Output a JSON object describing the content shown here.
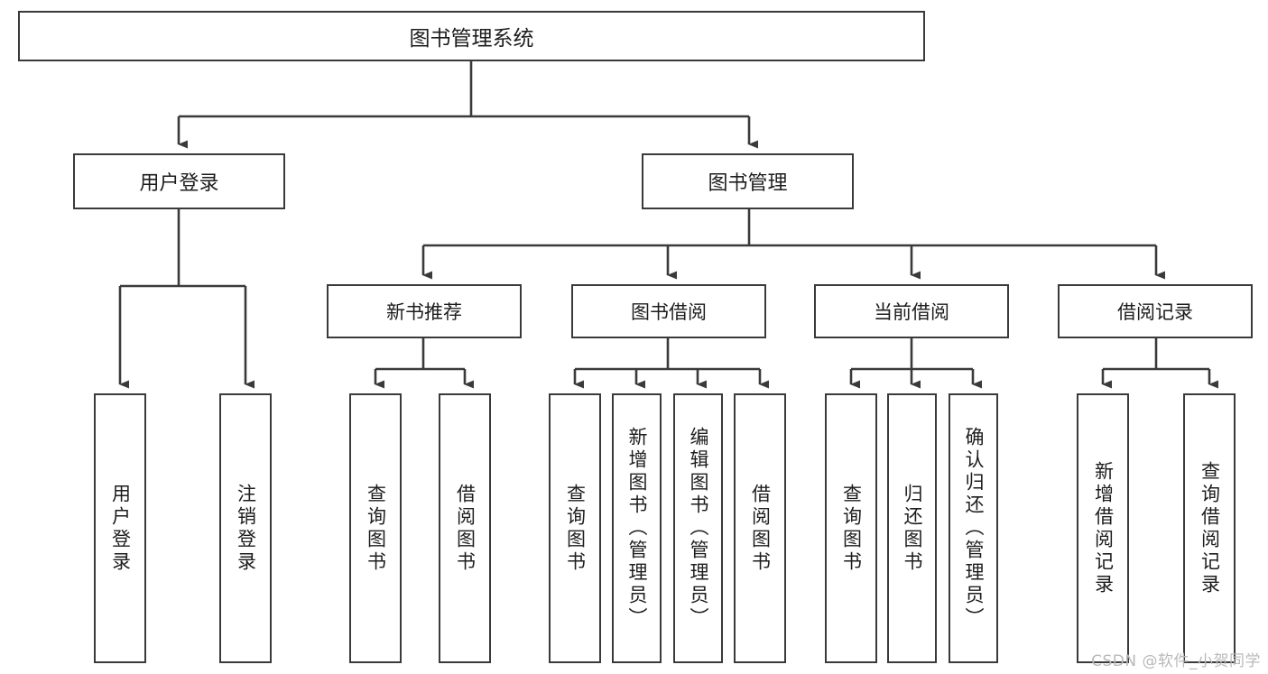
{
  "diagram": {
    "type": "tree",
    "title": "图书管理系统",
    "root": {
      "label": "图书管理系统"
    },
    "level2": [
      {
        "label": "用户登录"
      },
      {
        "label": "图书管理"
      }
    ],
    "level3": [
      {
        "label": "新书推荐"
      },
      {
        "label": "图书借阅"
      },
      {
        "label": "当前借阅"
      },
      {
        "label": "借阅记录"
      }
    ],
    "leaves": {
      "user_login": [
        {
          "label": "用户登录"
        },
        {
          "label": "注销登录"
        }
      ],
      "new_book_recommend": [
        {
          "label": "查询图书"
        },
        {
          "label": "借阅图书"
        }
      ],
      "book_borrow": [
        {
          "label": "查询图书"
        },
        {
          "label": "新增图书（管理员）"
        },
        {
          "label": "编辑图书（管理员）"
        },
        {
          "label": "借阅图书"
        }
      ],
      "current_borrow": [
        {
          "label": "查询图书"
        },
        {
          "label": "归还图书"
        },
        {
          "label": "确认归还（管理员）"
        }
      ],
      "borrow_record": [
        {
          "label": "新增借阅记录"
        },
        {
          "label": "查询借阅记录"
        }
      ]
    }
  },
  "watermark": {
    "text": "CSDN @软件_小贺同学"
  },
  "colors": {
    "border": "#3a3a3a",
    "text": "#1d1d1d",
    "background": "#ffffff",
    "connector": "#3a3a3a",
    "watermark": "#b9b9b9"
  }
}
